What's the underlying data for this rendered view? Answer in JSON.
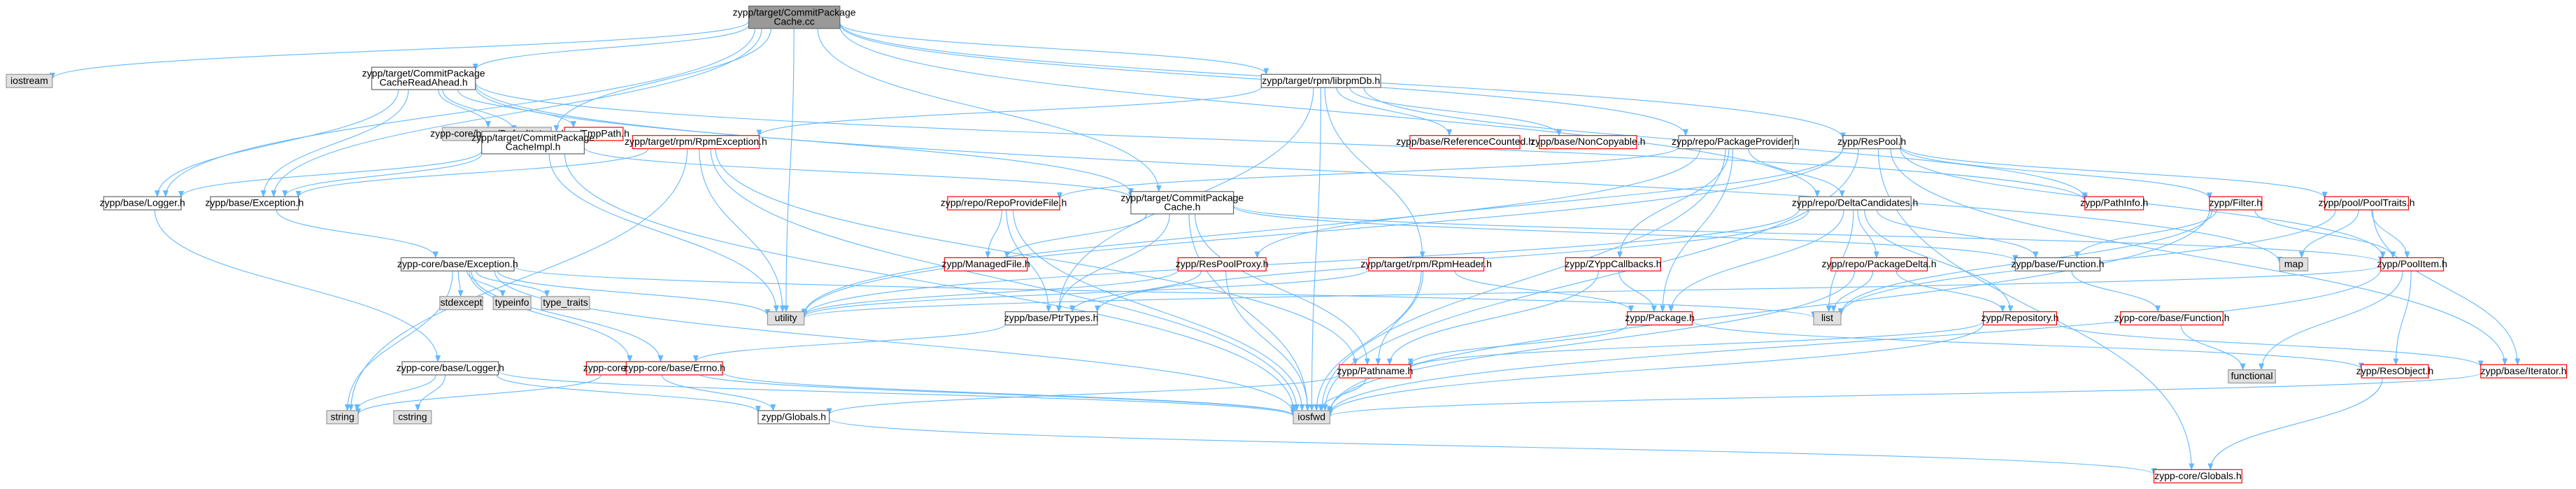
{
  "graph": {
    "palette": {
      "root_fill": "#999999",
      "root_border": "#666666",
      "normal_fill": "#ffffff",
      "normal_border": "#666666",
      "truncated_border": "#ff0000",
      "system_fill": "#e0e0e0",
      "system_border": "#999999",
      "edge": "#63b8ff"
    },
    "nodes": [
      {
        "id": "root",
        "lines": [
          "zypp/target/CommitPackage",
          "Cache.cc"
        ],
        "kind": "root"
      },
      {
        "id": "iostream",
        "lines": [
          "iostream"
        ],
        "kind": "system"
      },
      {
        "id": "cpc_readahead",
        "lines": [
          "zypp/target/CommitPackage",
          "CacheReadAhead.h"
        ],
        "kind": "normal"
      },
      {
        "id": "librpmdb",
        "lines": [
          "zypp/target/rpm/librpmDb.h"
        ],
        "kind": "normal"
      },
      {
        "id": "default_integral",
        "lines": [
          "zypp-core/base/DefaultIntegral"
        ],
        "kind": "system"
      },
      {
        "id": "tmppath",
        "lines": [
          "zypp/TmpPath.h"
        ],
        "kind": "truncated"
      },
      {
        "id": "cpc_impl",
        "lines": [
          "zypp/target/CommitPackage",
          "CacheImpl.h"
        ],
        "kind": "normal"
      },
      {
        "id": "rpm_exception",
        "lines": [
          "zypp/target/rpm/RpmException.h"
        ],
        "kind": "truncated"
      },
      {
        "id": "ref_counted",
        "lines": [
          "zypp/base/ReferenceCounted.h"
        ],
        "kind": "truncated"
      },
      {
        "id": "noncopyable",
        "lines": [
          "zypp/base/NonCopyable.h"
        ],
        "kind": "truncated"
      },
      {
        "id": "package_provider",
        "lines": [
          "zypp/repo/PackageProvider.h"
        ],
        "kind": "normal"
      },
      {
        "id": "resfilter_pool",
        "lines": [
          "zypp/ResPool.h"
        ],
        "kind": "normal"
      },
      {
        "id": "base_logger",
        "lines": [
          "zypp/base/Logger.h"
        ],
        "kind": "normal"
      },
      {
        "id": "base_exception",
        "lines": [
          "zypp/base/Exception.h"
        ],
        "kind": "normal"
      },
      {
        "id": "repo_provide_file",
        "lines": [
          "zypp/repo/RepoProvideFile.h"
        ],
        "kind": "truncated"
      },
      {
        "id": "cpc_h",
        "lines": [
          "zypp/target/CommitPackage",
          "Cache.h"
        ],
        "kind": "normal"
      },
      {
        "id": "delta_candidates",
        "lines": [
          "zypp/repo/DeltaCandidates.h"
        ],
        "kind": "normal"
      },
      {
        "id": "pathinfo",
        "lines": [
          "zypp/PathInfo.h"
        ],
        "kind": "truncated"
      },
      {
        "id": "filter",
        "lines": [
          "zypp/Filter.h"
        ],
        "kind": "truncated"
      },
      {
        "id": "pool_traits",
        "lines": [
          "zypp/pool/PoolTraits.h"
        ],
        "kind": "truncated"
      },
      {
        "id": "core_exception",
        "lines": [
          "zypp-core/base/Exception.h"
        ],
        "kind": "normal"
      },
      {
        "id": "managed_file",
        "lines": [
          "zypp/ManagedFile.h"
        ],
        "kind": "truncated"
      },
      {
        "id": "respool_proxy",
        "lines": [
          "zypp/ResPoolProxy.h"
        ],
        "kind": "truncated"
      },
      {
        "id": "rpm_header",
        "lines": [
          "zypp/target/rpm/RpmHeader.h"
        ],
        "kind": "truncated"
      },
      {
        "id": "zypp_callbacks",
        "lines": [
          "zypp/ZYppCallbacks.h"
        ],
        "kind": "truncated"
      },
      {
        "id": "package_delta",
        "lines": [
          "zypp/repo/PackageDelta.h"
        ],
        "kind": "truncated"
      },
      {
        "id": "base_function",
        "lines": [
          "zypp/base/Function.h"
        ],
        "kind": "normal"
      },
      {
        "id": "map",
        "lines": [
          "map"
        ],
        "kind": "system"
      },
      {
        "id": "pool_item",
        "lines": [
          "zypp/PoolItem.h"
        ],
        "kind": "truncated"
      },
      {
        "id": "stdexcept",
        "lines": [
          "stdexcept"
        ],
        "kind": "system"
      },
      {
        "id": "typeinfo",
        "lines": [
          "typeinfo"
        ],
        "kind": "system"
      },
      {
        "id": "type_traits",
        "lines": [
          "type_traits"
        ],
        "kind": "system"
      },
      {
        "id": "utility",
        "lines": [
          "utility"
        ],
        "kind": "system"
      },
      {
        "id": "list",
        "lines": [
          "list"
        ],
        "kind": "system"
      },
      {
        "id": "base_ptrtypes",
        "lines": [
          "zypp/base/PtrTypes.h"
        ],
        "kind": "normal"
      },
      {
        "id": "package_h",
        "lines": [
          "zypp/Package.h"
        ],
        "kind": "truncated"
      },
      {
        "id": "repository",
        "lines": [
          "zypp/Repository.h"
        ],
        "kind": "truncated"
      },
      {
        "id": "core_function",
        "lines": [
          "zypp-core/base/Function.h"
        ],
        "kind": "truncated"
      },
      {
        "id": "core_logger",
        "lines": [
          "zypp-core/base/Logger.h"
        ],
        "kind": "normal"
      },
      {
        "id": "core_ptrtypes",
        "lines": [
          "zypp-core/base/PtrTypes.h"
        ],
        "kind": "truncated"
      },
      {
        "id": "core_errno",
        "lines": [
          "zypp-core/base/Errno.h"
        ],
        "kind": "truncated"
      },
      {
        "id": "pathname",
        "lines": [
          "zypp/Pathname.h"
        ],
        "kind": "truncated"
      },
      {
        "id": "functional",
        "lines": [
          "functional"
        ],
        "kind": "system"
      },
      {
        "id": "resobject",
        "lines": [
          "zypp/ResObject.h"
        ],
        "kind": "truncated"
      },
      {
        "id": "base_iterator",
        "lines": [
          "zypp/base/Iterator.h"
        ],
        "kind": "truncated"
      },
      {
        "id": "string",
        "lines": [
          "string"
        ],
        "kind": "system"
      },
      {
        "id": "cstring",
        "lines": [
          "cstring"
        ],
        "kind": "system"
      },
      {
        "id": "globals_h",
        "lines": [
          "zypp/Globals.h"
        ],
        "kind": "normal"
      },
      {
        "id": "iosfwd",
        "lines": [
          "iosfwd"
        ],
        "kind": "system"
      },
      {
        "id": "core_globals",
        "lines": [
          "zypp-core/Globals.h"
        ],
        "kind": "truncated"
      }
    ],
    "edges": [
      [
        "root",
        "iostream"
      ],
      [
        "root",
        "cpc_readahead"
      ],
      [
        "root",
        "librpmdb"
      ],
      [
        "root",
        "cpc_impl"
      ],
      [
        "root",
        "package_provider"
      ],
      [
        "root",
        "resfilter_pool"
      ],
      [
        "root",
        "base_logger"
      ],
      [
        "root",
        "base_exception"
      ],
      [
        "root",
        "cpc_h"
      ],
      [
        "root",
        "delta_candidates"
      ],
      [
        "root",
        "utility"
      ],
      [
        "cpc_readahead",
        "default_integral"
      ],
      [
        "cpc_readahead",
        "tmppath"
      ],
      [
        "cpc_readahead",
        "cpc_impl"
      ],
      [
        "cpc_readahead",
        "base_logger"
      ],
      [
        "cpc_readahead",
        "base_exception"
      ],
      [
        "cpc_readahead",
        "map"
      ],
      [
        "cpc_readahead",
        "pathinfo"
      ],
      [
        "cpc_readahead",
        "cpc_h"
      ],
      [
        "librpmdb",
        "rpm_exception"
      ],
      [
        "librpmdb",
        "ref_counted"
      ],
      [
        "librpmdb",
        "noncopyable"
      ],
      [
        "librpmdb",
        "base_ptrtypes"
      ],
      [
        "librpmdb",
        "pathinfo"
      ],
      [
        "librpmdb",
        "rpm_header"
      ],
      [
        "librpmdb",
        "iosfwd"
      ],
      [
        "cpc_impl",
        "base_exception"
      ],
      [
        "cpc_impl",
        "base_logger"
      ],
      [
        "cpc_impl",
        "cpc_h"
      ],
      [
        "cpc_impl",
        "utility"
      ],
      [
        "cpc_impl",
        "iosfwd"
      ],
      [
        "rpm_exception",
        "string"
      ],
      [
        "rpm_exception",
        "utility"
      ],
      [
        "rpm_exception",
        "pathname"
      ],
      [
        "rpm_exception",
        "base_exception"
      ],
      [
        "rpm_exception",
        "iosfwd"
      ],
      [
        "package_provider",
        "repo_provide_file"
      ],
      [
        "package_provider",
        "delta_candidates"
      ],
      [
        "package_provider",
        "zypp_callbacks"
      ],
      [
        "package_provider",
        "package_h"
      ],
      [
        "package_provider",
        "iosfwd"
      ],
      [
        "package_provider",
        "utility"
      ],
      [
        "resfilter_pool",
        "filter"
      ],
      [
        "resfilter_pool",
        "pool_traits"
      ],
      [
        "resfilter_pool",
        "pool_item"
      ],
      [
        "resfilter_pool",
        "base_iterator"
      ],
      [
        "resfilter_pool",
        "iosfwd"
      ],
      [
        "resfilter_pool",
        "core_globals"
      ],
      [
        "resfilter_pool",
        "respool_proxy"
      ],
      [
        "resfilter_pool",
        "utility"
      ],
      [
        "base_logger",
        "core_logger"
      ],
      [
        "base_exception",
        "core_exception"
      ],
      [
        "repo_provide_file",
        "managed_file"
      ],
      [
        "repo_provide_file",
        "base_ptrtypes"
      ],
      [
        "repo_provide_file",
        "iosfwd"
      ],
      [
        "cpc_h",
        "managed_file"
      ],
      [
        "cpc_h",
        "base_ptrtypes"
      ],
      [
        "cpc_h",
        "base_function"
      ],
      [
        "cpc_h",
        "pool_item"
      ],
      [
        "cpc_h",
        "pathname"
      ],
      [
        "cpc_h",
        "iosfwd"
      ],
      [
        "delta_candidates",
        "list"
      ],
      [
        "delta_candidates",
        "package_delta"
      ],
      [
        "delta_candidates",
        "repository"
      ],
      [
        "delta_candidates",
        "base_function"
      ],
      [
        "delta_candidates",
        "package_h"
      ],
      [
        "delta_candidates",
        "base_ptrtypes"
      ],
      [
        "delta_candidates",
        "utility"
      ],
      [
        "filter",
        "base_function"
      ],
      [
        "filter",
        "pool_item"
      ],
      [
        "filter",
        "iosfwd"
      ],
      [
        "filter",
        "list"
      ],
      [
        "pool_traits",
        "map"
      ],
      [
        "pool_traits",
        "list"
      ],
      [
        "pool_traits",
        "pool_item"
      ],
      [
        "pool_traits",
        "base_iterator"
      ],
      [
        "core_exception",
        "stdexcept"
      ],
      [
        "core_exception",
        "typeinfo"
      ],
      [
        "core_exception",
        "type_traits"
      ],
      [
        "core_exception",
        "utility"
      ],
      [
        "core_exception",
        "string"
      ],
      [
        "core_exception",
        "core_errno"
      ],
      [
        "core_exception",
        "core_ptrtypes"
      ],
      [
        "core_exception",
        "list"
      ],
      [
        "core_exception",
        "iosfwd"
      ],
      [
        "respool_proxy",
        "base_ptrtypes"
      ],
      [
        "respool_proxy",
        "utility"
      ],
      [
        "respool_proxy",
        "iosfwd"
      ],
      [
        "rpm_header",
        "package_h"
      ],
      [
        "rpm_header",
        "pathname"
      ],
      [
        "rpm_header",
        "iosfwd"
      ],
      [
        "rpm_header",
        "utility"
      ],
      [
        "zypp_callbacks",
        "pathname"
      ],
      [
        "zypp_callbacks",
        "package_h"
      ],
      [
        "package_delta",
        "list"
      ],
      [
        "package_delta",
        "repository"
      ],
      [
        "package_delta",
        "iosfwd"
      ],
      [
        "base_function",
        "core_function"
      ],
      [
        "pool_item",
        "resobject"
      ],
      [
        "pool_item",
        "functional"
      ],
      [
        "pool_item",
        "utility"
      ],
      [
        "pool_item",
        "iosfwd"
      ],
      [
        "base_ptrtypes",
        "core_ptrtypes"
      ],
      [
        "package_h",
        "pathname"
      ],
      [
        "package_h",
        "resobject"
      ],
      [
        "repository",
        "pathname"
      ],
      [
        "repository",
        "base_iterator"
      ],
      [
        "repository",
        "iosfwd"
      ],
      [
        "core_function",
        "functional"
      ],
      [
        "core_logger",
        "string"
      ],
      [
        "core_logger",
        "cstring"
      ],
      [
        "core_logger",
        "iosfwd"
      ],
      [
        "core_logger",
        "globals_h"
      ],
      [
        "core_ptrtypes",
        "string"
      ],
      [
        "core_ptrtypes",
        "iosfwd"
      ],
      [
        "core_ptrtypes",
        "globals_h"
      ],
      [
        "core_errno",
        "iosfwd"
      ],
      [
        "pathname",
        "iosfwd"
      ],
      [
        "pathname",
        "globals_h"
      ],
      [
        "resobject",
        "core_globals"
      ],
      [
        "base_iterator",
        "iosfwd"
      ],
      [
        "globals_h",
        "core_globals"
      ]
    ]
  }
}
